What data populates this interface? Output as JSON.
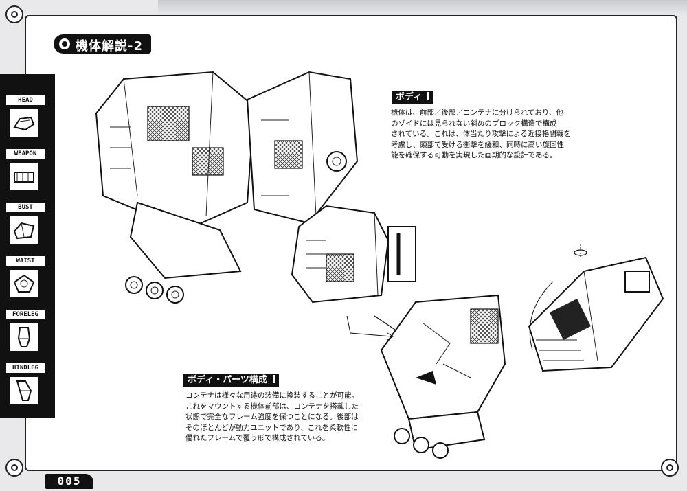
{
  "page": {
    "title": "機体解説-2",
    "page_number": "005"
  },
  "tabs": [
    {
      "label": "HEAD"
    },
    {
      "label": "WEAPON"
    },
    {
      "label": "BUST"
    },
    {
      "label": "WAIST"
    },
    {
      "label": "FORELEG"
    },
    {
      "label": "HINDLEG"
    }
  ],
  "sections": {
    "body": {
      "heading": "ボディ",
      "lines": [
        "機体は、前部／後部／コンテナに分けられており、他",
        "のゾイドには見られない斜めのブロック構造で構成",
        "されている。これは、体当たり攻撃による近接格闘戦を",
        "考慮し、頭部で受ける衝撃を緩和、同時に高い旋回性",
        "能を確保する可動を実現した画期的な設計である。"
      ]
    },
    "parts": {
      "heading": "ボディ・パーツ構成",
      "lines": [
        "コンテナは様々な用途の装備に換装することが可能。",
        "これをマウントする機体前部は、コンテナを搭載した",
        "状態で完全なフレーム強度を保つことになる。後部は",
        "そのほとんどが動力ユニットであり、これを柔軟性に",
        "優れたフレームで覆う形で構成されている。"
      ]
    }
  },
  "icons": {
    "title": "target-icon",
    "rotate": "rotate-arrow-icon"
  }
}
